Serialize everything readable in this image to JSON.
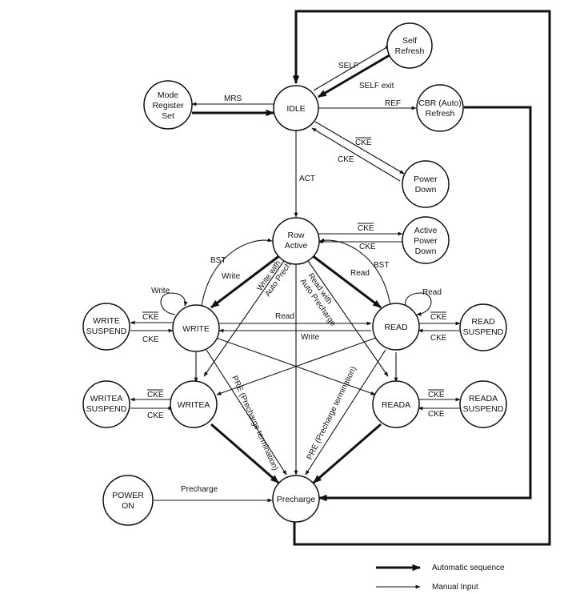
{
  "states": {
    "self_refresh": [
      "Self",
      "Refresh"
    ],
    "mode_register_set": [
      "Mode",
      "Register",
      "Set"
    ],
    "idle": [
      "IDLE"
    ],
    "cbr_refresh": [
      "CBR (Auto)",
      "Refresh"
    ],
    "power_down": [
      "Power",
      "Down"
    ],
    "row_active": [
      "Row",
      "Active"
    ],
    "active_power_down": [
      "Active",
      "Power",
      "Down"
    ],
    "write": [
      "WRITE"
    ],
    "read": [
      "READ"
    ],
    "write_suspend": [
      "WRITE",
      "SUSPEND"
    ],
    "read_suspend": [
      "READ",
      "SUSPEND"
    ],
    "writea": [
      "WRITEA"
    ],
    "reada": [
      "READA"
    ],
    "writea_suspend": [
      "WRITEA",
      "SUSPEND"
    ],
    "reada_suspend": [
      "READA",
      "SUSPEND"
    ],
    "power_on": [
      "POWER",
      "ON"
    ],
    "precharge": [
      "Precharge"
    ]
  },
  "transitions": {
    "self": "SELF",
    "self_exit": "SELF exit",
    "mrs": "MRS",
    "ref": "REF",
    "cke_bar": "CKE",
    "cke": "CKE",
    "act": "ACT",
    "bst": "BST",
    "write": "Write",
    "read": "Read",
    "write_with_auto_precharge": [
      "Write with",
      "Auto Precharge"
    ],
    "read_with_auto_precharge": [
      "Read with",
      "Auto Precharge"
    ],
    "pre_left": "PRE (Precharge termination)",
    "pre_right": "PRE (Precharge termination)",
    "precharge": "Precharge"
  },
  "legend": {
    "automatic": "Automatic sequence",
    "manual": "Manual Input"
  }
}
